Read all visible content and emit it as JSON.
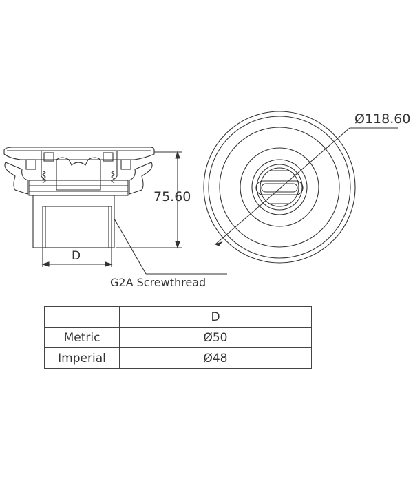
{
  "dimensions": {
    "height": "75.60",
    "outer_diameter": "Ø118.60",
    "pipe_diameter": "D"
  },
  "callouts": {
    "thread": "G2A Screwthread"
  },
  "table": {
    "header": [
      "",
      "D"
    ],
    "rows": [
      {
        "label": "Metric",
        "value": "Ø50"
      },
      {
        "label": "Imperial",
        "value": "Ø48"
      }
    ]
  }
}
